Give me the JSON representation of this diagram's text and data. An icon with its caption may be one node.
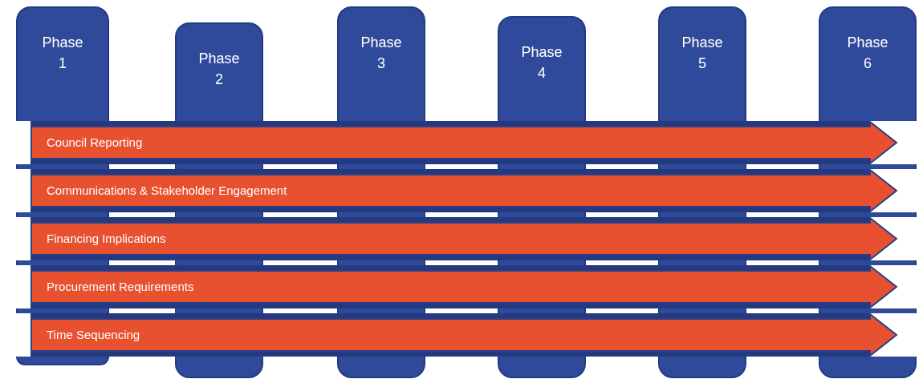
{
  "diagram": {
    "nodes": [
      {
        "text": [
          "Phase 1"
        ]
      },
      {
        "text": [
          "Phase 2"
        ]
      },
      {
        "text": [
          "Phase 3"
        ]
      },
      {
        "text": [
          "Phase 4"
        ]
      },
      {
        "text": [
          "Phase 5"
        ]
      },
      {
        "text": [
          "Phase 6"
        ]
      },
      {
        "text": [
          "Council Reporting"
        ]
      },
      {
        "text": [
          "Communications & Stakeholder Engagement"
        ]
      },
      {
        "text": [
          "Financing Implications"
        ]
      },
      {
        "text": [
          "Procurement Requirements"
        ]
      },
      {
        "text": [
          "Time Sequencing"
        ]
      },
      {
        "text": [],
        "shape": "box"
      },
      {
        "text": [],
        "shape": "box"
      },
      {
        "text": [],
        "shape": "box"
      },
      {
        "text": [],
        "shape": "box"
      },
      {
        "text": [],
        "shape": "box"
      },
      {
        "text": [],
        "shape": "box"
      }
    ]
  }
}
